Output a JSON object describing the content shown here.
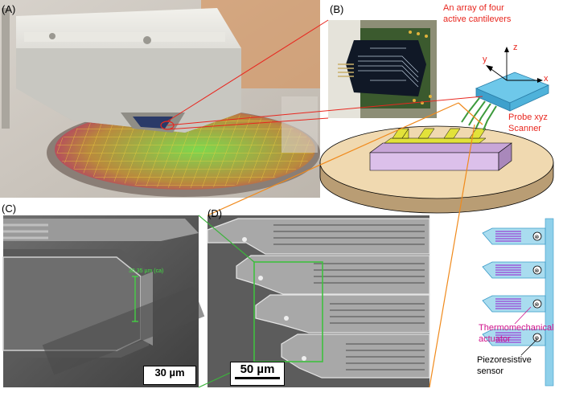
{
  "panels": {
    "a": "(A)",
    "b": "(B)",
    "c": "(C)",
    "d": "(D)"
  },
  "annotations": {
    "array_line1": "An array of four",
    "array_line2": "active cantilevers",
    "axis_x": "x",
    "axis_y": "y",
    "axis_z": "z",
    "scanner_line1": "Probe xyz",
    "scanner_line2": "Scanner",
    "thermo_line1": "Thermomechanical",
    "thermo_line2": "actuator",
    "piezo_line1": "Piezoresistive",
    "piezo_line2": "sensor",
    "measurement_c": "30.35 µm (ca)"
  },
  "scale_bars": {
    "c": "30 µm",
    "d": "50 µm"
  },
  "colors": {
    "annotation_red": "#e8271f",
    "annotation_magenta": "#d0108a",
    "wafer_green": "#3ec06a",
    "probe_blue": "#5bc3e6",
    "connector_orange": "#f08a1c",
    "connector_green": "#3cb43c"
  }
}
